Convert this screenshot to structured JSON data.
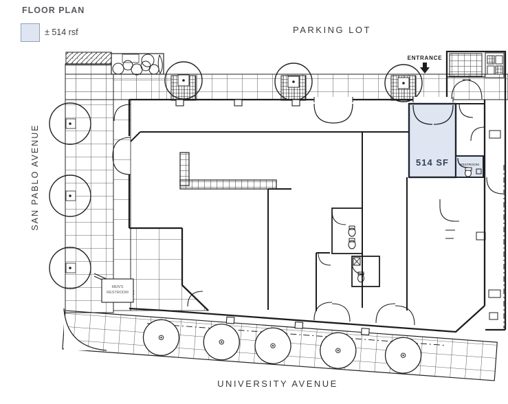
{
  "header": {
    "title": "FLOOR PLAN"
  },
  "legend": {
    "label": "± 514 rsf"
  },
  "streets": {
    "top": "PARKING LOT",
    "left": "SAN PABLO AVENUE",
    "bottom": "UNIVERSITY AVENUE"
  },
  "plan": {
    "entrance_label": "ENTRANCE",
    "suite_label": "514 SF",
    "restroom_label": "RESTROOM",
    "mens_restroom_line1": "MEN'S",
    "mens_restroom_line2": "RESTROOM"
  },
  "colors": {
    "suite_fill": "#dfe6f1",
    "suite_border": "#1d2530",
    "suite_text": "#323f58",
    "plan_line": "#1d1d1d",
    "label_text": "#3b4046"
  }
}
